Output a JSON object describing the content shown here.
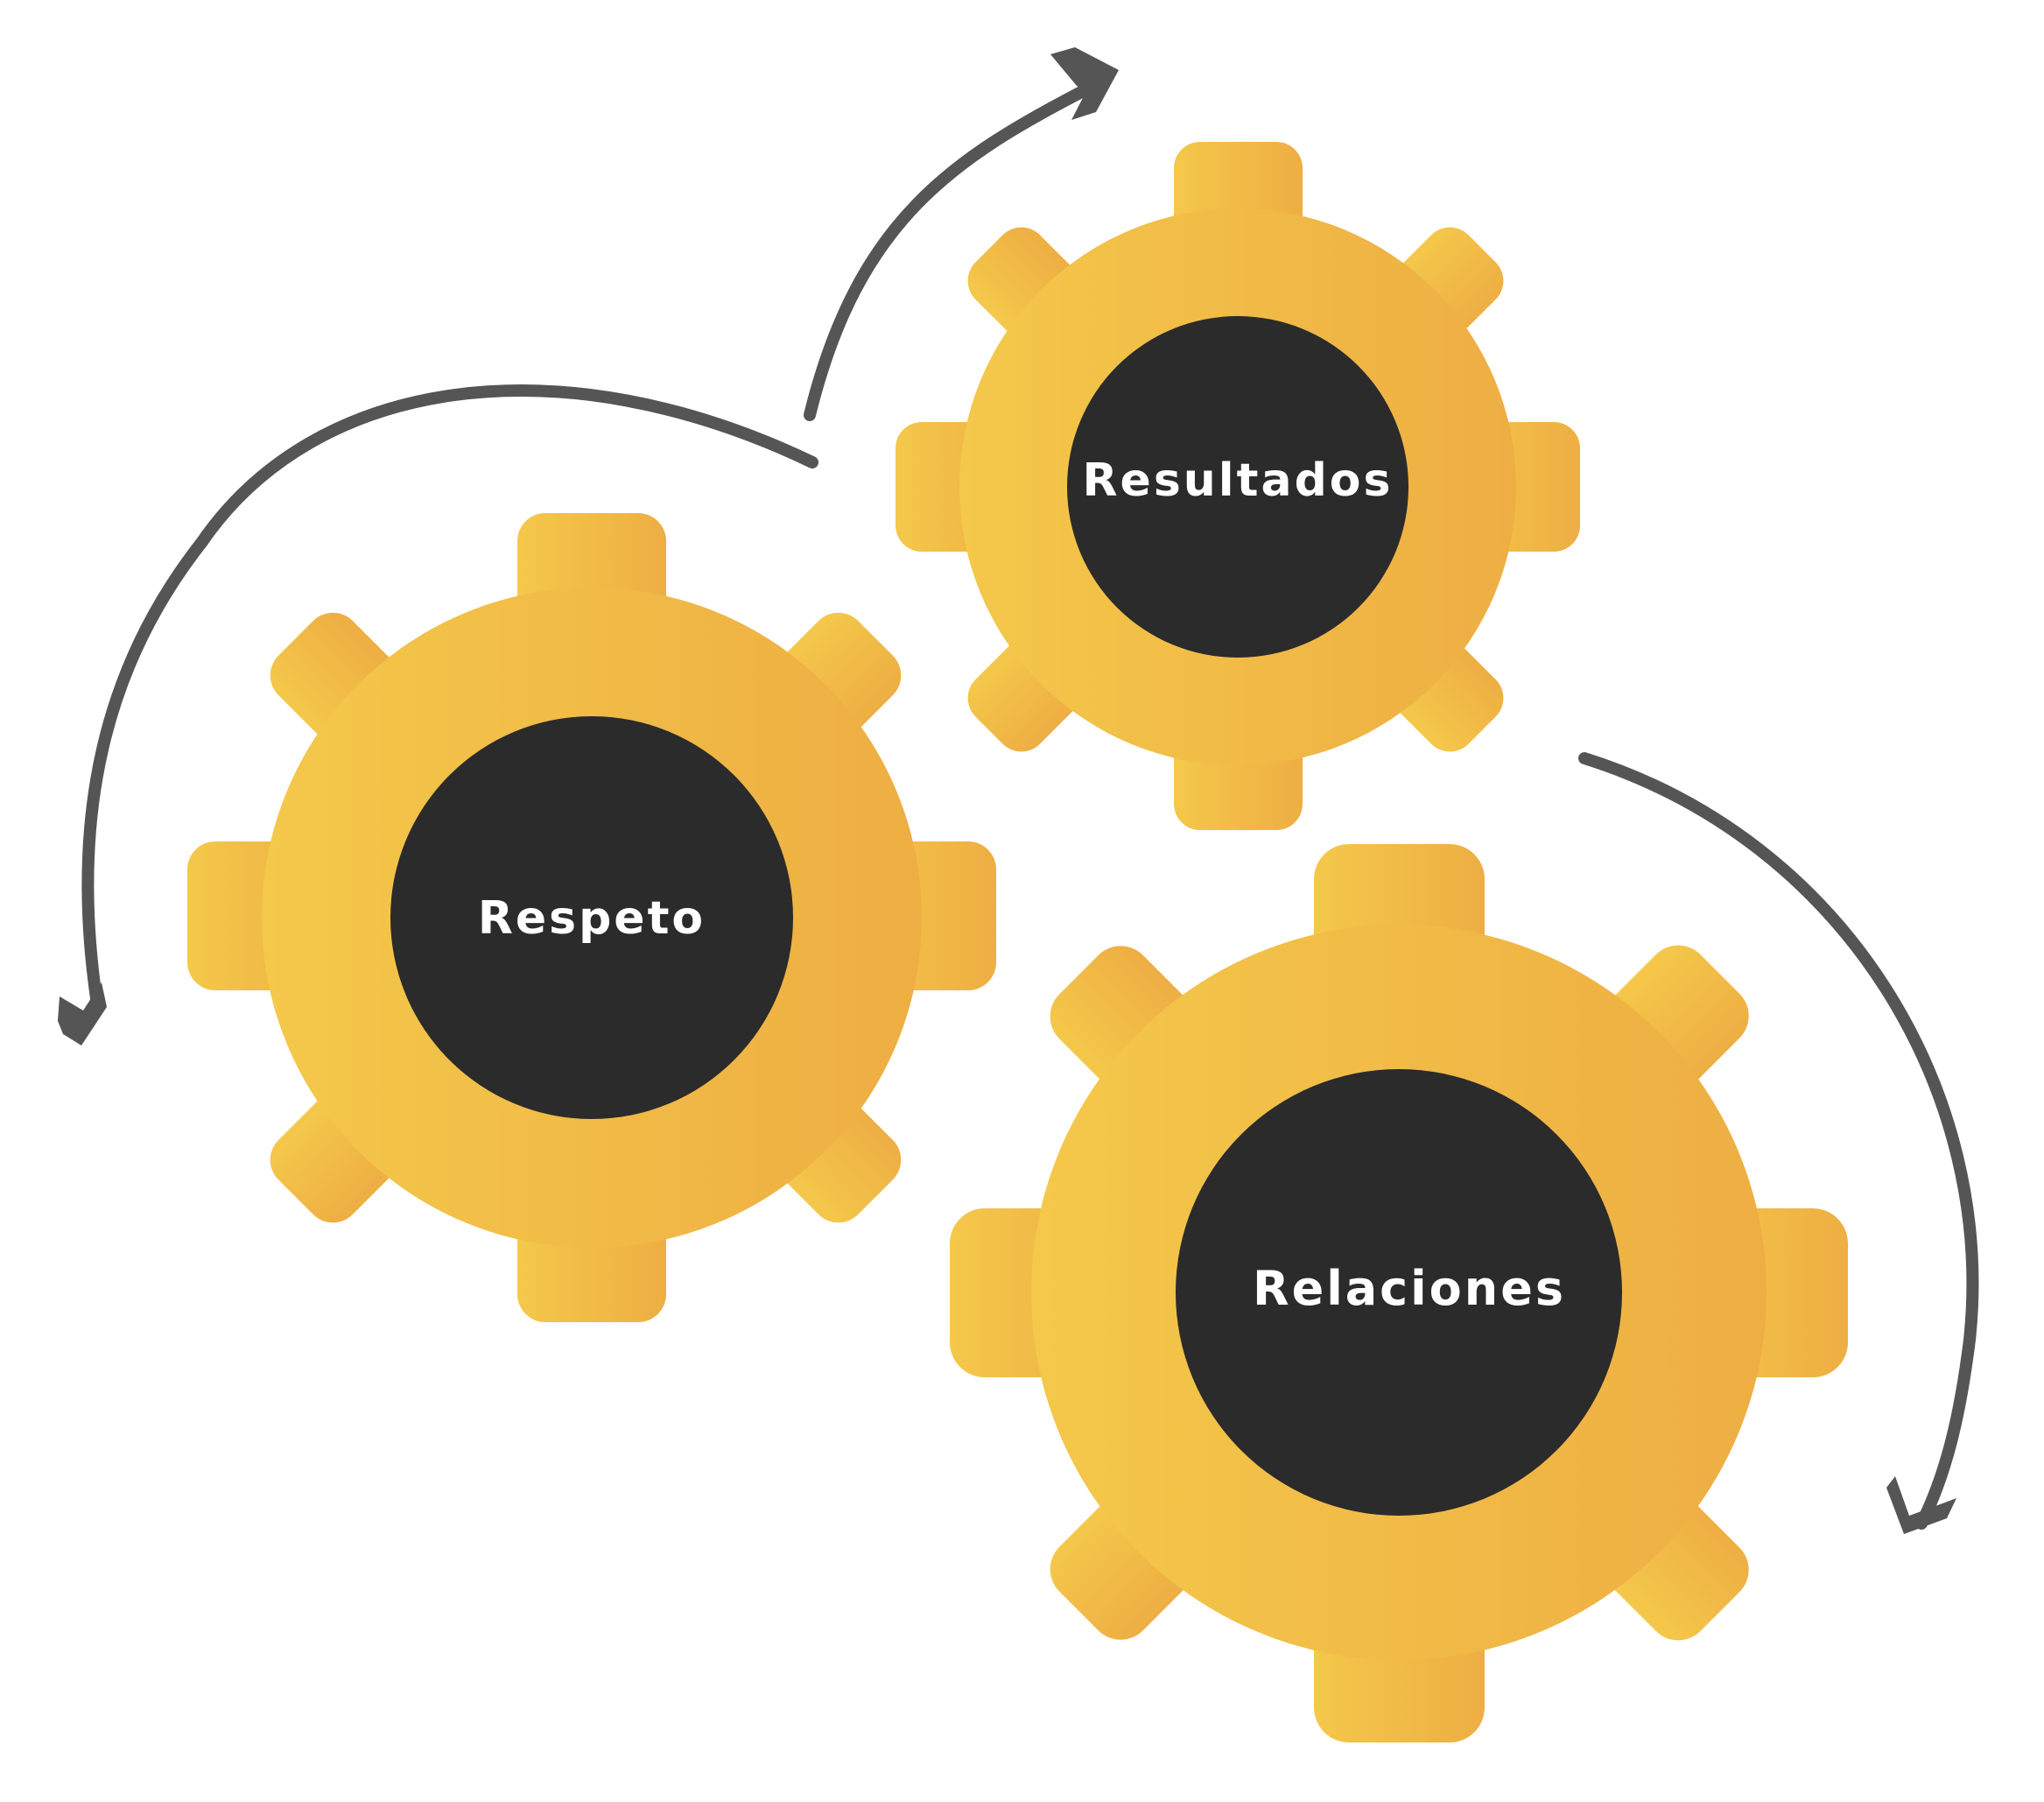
{
  "diagram": {
    "gears": [
      {
        "id": "respeto",
        "label": "Respeto"
      },
      {
        "id": "resultados",
        "label": "Resultados"
      },
      {
        "id": "relaciones",
        "label": "Relaciones"
      }
    ],
    "colors": {
      "gear_left": "#F4C84A",
      "gear_right": "#EEAE43",
      "hub": "#2B2B2B",
      "label": "#FFFFFF",
      "arrow": "#555555"
    }
  }
}
